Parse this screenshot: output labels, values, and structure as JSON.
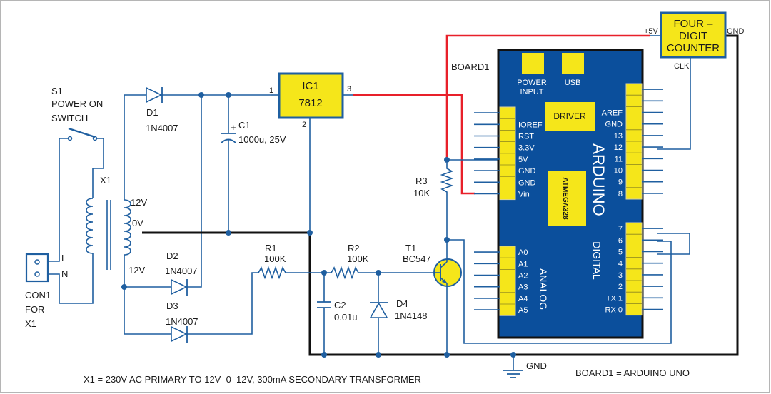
{
  "colors": {
    "wire": "#1f5fa0",
    "power_wire": "#e8202a",
    "ground_wire": "#111111",
    "component_fill": "#f5e61a",
    "board_fill": "#0b4f9c"
  },
  "components": {
    "s1": {
      "ref": "S1",
      "desc_line1": "POWER ON",
      "desc_line2": "SWITCH"
    },
    "x1": {
      "ref": "X1",
      "tap_top": "12V",
      "tap_center": "0V",
      "tap_bottom": "12V"
    },
    "con1": {
      "ref": "CON1",
      "line2": "FOR",
      "line3": "X1",
      "pin_l": "L",
      "pin_n": "N"
    },
    "d1": {
      "ref": "D1",
      "value": "1N4007"
    },
    "d2": {
      "ref": "D2",
      "value": "1N4007"
    },
    "d3": {
      "ref": "D3",
      "value": "1N4007"
    },
    "d4": {
      "ref": "D4",
      "value": "1N4148"
    },
    "c1": {
      "ref": "C1",
      "value": "1000u, 25V",
      "polarity": "+"
    },
    "c2": {
      "ref": "C2",
      "value": "0.01u"
    },
    "ic1": {
      "ref": "IC1",
      "value": "7812",
      "pin1": "1",
      "pin2": "2",
      "pin3": "3"
    },
    "r1": {
      "ref": "R1",
      "value": "100K"
    },
    "r2": {
      "ref": "R2",
      "value": "100K"
    },
    "r3": {
      "ref": "R3",
      "value": "10K"
    },
    "t1": {
      "ref": "T1",
      "value": "BC547"
    },
    "counter": {
      "line1": "FOUR –",
      "line2": "DIGIT",
      "line3": "COUNTER",
      "pin_vcc": "+5V",
      "pin_gnd": "GND",
      "pin_clk": "CLK"
    },
    "gnd": {
      "label": "GND"
    }
  },
  "board": {
    "ref": "BOARD1",
    "name": "ARDUINO",
    "power_input": "POWER INPUT",
    "power_input_l1": "POWER",
    "power_input_l2": "INPUT",
    "usb": "USB",
    "driver": "DRIVER",
    "mcu": "ATMEGA328",
    "analog_title": "ANALOG",
    "digital_title": "DIGITAL",
    "power_pins": [
      "IOREF",
      "RST",
      "3.3V",
      "5V",
      "GND",
      "GND",
      "Vin"
    ],
    "digital_high_pins": [
      "AREF",
      "GND",
      "13",
      "12",
      "11",
      "10",
      "9",
      "8"
    ],
    "digital_low_pins": [
      "7",
      "6",
      "5",
      "4",
      "3",
      "2",
      "1",
      "0"
    ],
    "digital_low_prefix": [
      "",
      "",
      "",
      "",
      "",
      "",
      "TX",
      "RX"
    ],
    "analog_pins": [
      "A0",
      "A1",
      "A2",
      "A3",
      "A4",
      "A5"
    ]
  },
  "notes": {
    "transformer": "X1 = 230V AC PRIMARY TO 12V–0–12V, 300mA SECONDARY TRANSFORMER",
    "board": "BOARD1 = ARDUINO UNO"
  }
}
